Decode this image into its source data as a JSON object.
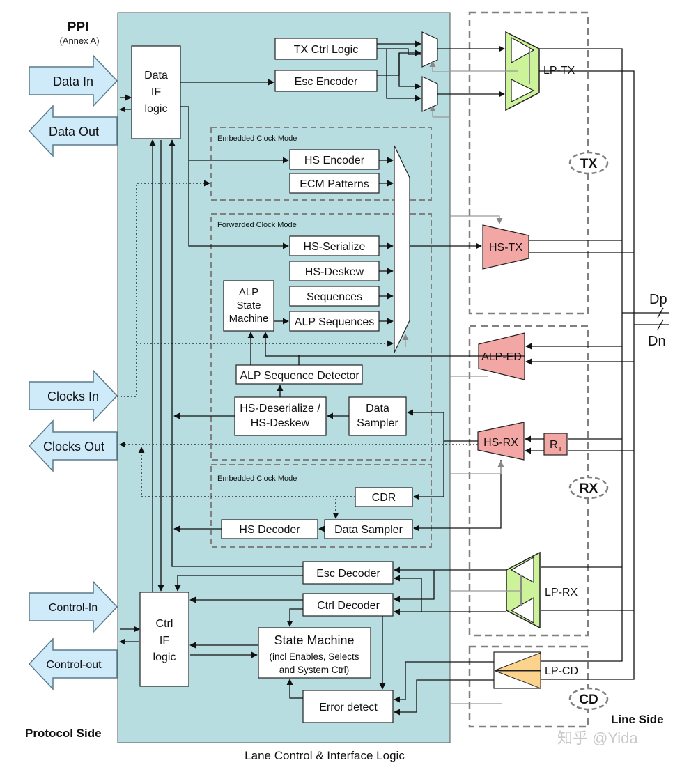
{
  "ppi": {
    "title": "PPI",
    "subtitle": "(Annex A)"
  },
  "side_labels": {
    "protocol": "Protocol Side",
    "line": "Line Side",
    "bottom": "Lane Control & Interface Logic"
  },
  "io": {
    "data_in": "Data In",
    "data_out": "Data Out",
    "clocks_in": "Clocks In",
    "clocks_out": "Clocks Out",
    "control_in": "Control-In",
    "control_out": "Control-out"
  },
  "blocks": {
    "data_if": [
      "Data",
      "IF",
      "logic"
    ],
    "ctrl_if": [
      "Ctrl",
      "IF",
      "logic"
    ],
    "tx_ctrl": "TX Ctrl Logic",
    "esc_encoder": "Esc Encoder",
    "hs_encoder": "HS Encoder",
    "ecm_patterns": "ECM Patterns",
    "hs_serialize": "HS-Serialize",
    "hs_deskew": "HS-Deskew",
    "sequences": "Sequences",
    "alp_sequences": "ALP Sequences",
    "alp_state": [
      "ALP",
      "State",
      "Machine"
    ],
    "alp_detector": "ALP Sequence Detector",
    "hs_deser": [
      "HS-Deserialize /",
      "HS-Deskew"
    ],
    "data_sampler_fwd": [
      "Data",
      "Sampler"
    ],
    "cdr": "CDR",
    "hs_decoder": "HS Decoder",
    "data_sampler_emb": "Data Sampler",
    "esc_decoder": "Esc Decoder",
    "ctrl_decoder": "Ctrl Decoder",
    "state_machine": [
      "State Machine",
      "(incl Enables, Selects",
      "and System Ctrl)"
    ],
    "error_detect": "Error detect"
  },
  "modes": {
    "embedded_top": "Embedded Clock Mode",
    "forwarded": "Forwarded Clock Mode",
    "embedded_bottom": "Embedded Clock Mode"
  },
  "line_blocks": {
    "lp_tx": "LP-TX",
    "hs_tx": "HS-TX",
    "alp_ed": "ALP-ED",
    "hs_rx": "HS-RX",
    "rt": "R",
    "rt_sub": "T",
    "lp_rx": "LP-RX",
    "lp_cd": "LP-CD"
  },
  "groups": {
    "tx": "TX",
    "rx": "RX",
    "cd": "CD"
  },
  "pins": {
    "dp": "Dp",
    "dn": "Dn"
  },
  "watermark": "知乎 @Yida",
  "colors": {
    "lane_bg": "#b7dde0",
    "io_arrow": "#cfeaf9",
    "lp_green": "#ccf29a",
    "hs_pink": "#f3a7a4",
    "lpcd_orange": "#fbd38d",
    "dash": "#808080"
  }
}
